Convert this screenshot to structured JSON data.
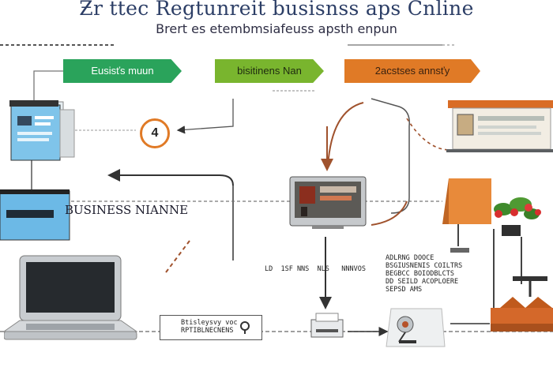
{
  "header": {
    "title": "Ƶr ttec Regtunreit busisnss aps Cnline",
    "subtitle": "Brert es etembmsiafeuss apsth enpun"
  },
  "banners": [
    {
      "label": "Eusisťs muun",
      "color": "#2aa35b"
    },
    {
      "label": "bisitinens Nan",
      "color": "#79b52e"
    },
    {
      "label": "2acstses annsťy",
      "color": "#e07a26"
    }
  ],
  "step": {
    "number": "4"
  },
  "business_label": "BUSINESS NIANNE",
  "labels": {
    "mid_row": "LD  1SF NNS  NLS   NNNVOS",
    "right_block": "ADLRNG DOOCE\nBSGIUSNENIS COILTRS\nBEGBCC BOIODBLCTS\nDD SEILD ACOPLOERE\nSEPSD AMS",
    "box_text": "Btisleysvy voc\nRPTIBLNECNENS"
  },
  "colors": {
    "green": "#2aa35b",
    "lime": "#79b52e",
    "orange": "#e07a26",
    "blue": "#5ab0e0",
    "dark": "#333344"
  }
}
